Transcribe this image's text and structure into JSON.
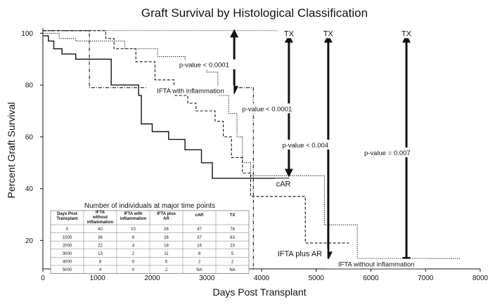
{
  "chart_data": {
    "type": "line",
    "step": true,
    "title": "Graft Survival by Histological Classification",
    "xlabel": "Days Post Transplant",
    "ylabel": "Percent Graft Survival",
    "xlim": [
      0,
      8000
    ],
    "ylim": [
      9,
      102
    ],
    "x_ticks": [
      0,
      1000,
      2000,
      3000,
      4000,
      5000,
      6000,
      7000,
      8000
    ],
    "y_ticks": [
      20,
      40,
      60,
      80,
      100
    ],
    "grid": false,
    "series": [
      {
        "name": "TX",
        "style": "dotted-thin",
        "points": [
          [
            0,
            101
          ],
          [
            4300,
            101
          ]
        ]
      },
      {
        "name": "IFTA with inflammation",
        "style": "dash-dot",
        "points": [
          [
            0,
            101
          ],
          [
            850,
            101
          ],
          [
            850,
            79
          ],
          [
            3850,
            79
          ],
          [
            3850,
            9
          ]
        ]
      },
      {
        "name": "cAR",
        "style": "solid",
        "points": [
          [
            0,
            99
          ],
          [
            100,
            99
          ],
          [
            100,
            97
          ],
          [
            200,
            97
          ],
          [
            200,
            94
          ],
          [
            350,
            94
          ],
          [
            350,
            92
          ],
          [
            600,
            92
          ],
          [
            600,
            90
          ],
          [
            1250,
            90
          ],
          [
            1250,
            80
          ],
          [
            1750,
            80
          ],
          [
            1750,
            76
          ],
          [
            1800,
            76
          ],
          [
            1800,
            65
          ],
          [
            2000,
            65
          ],
          [
            2000,
            62
          ],
          [
            2300,
            62
          ],
          [
            2300,
            59
          ],
          [
            2600,
            59
          ],
          [
            2600,
            55
          ],
          [
            2900,
            55
          ],
          [
            2900,
            50
          ],
          [
            3100,
            50
          ],
          [
            3100,
            44
          ],
          [
            4500,
            44
          ],
          [
            4500,
            41
          ]
        ]
      },
      {
        "name": "IFTA plus AR",
        "style": "dashed",
        "points": [
          [
            0,
            101
          ],
          [
            1150,
            101
          ],
          [
            1150,
            98
          ],
          [
            1300,
            98
          ],
          [
            1300,
            94
          ],
          [
            1700,
            94
          ],
          [
            1700,
            89
          ],
          [
            2050,
            89
          ],
          [
            2050,
            82
          ],
          [
            2400,
            82
          ],
          [
            2400,
            76
          ],
          [
            2650,
            76
          ],
          [
            2650,
            73
          ],
          [
            2800,
            73
          ],
          [
            2800,
            70
          ],
          [
            3150,
            70
          ],
          [
            3150,
            66
          ],
          [
            3300,
            66
          ],
          [
            3300,
            60
          ],
          [
            3450,
            60
          ],
          [
            3450,
            52
          ],
          [
            3650,
            52
          ],
          [
            3650,
            46
          ],
          [
            3800,
            46
          ],
          [
            3800,
            37
          ],
          [
            4800,
            37
          ],
          [
            4800,
            19
          ],
          [
            5600,
            19
          ]
        ]
      },
      {
        "name": "IFTA without inflammation",
        "style": "dotted",
        "points": [
          [
            0,
            100
          ],
          [
            300,
            100
          ],
          [
            300,
            98
          ],
          [
            600,
            98
          ],
          [
            600,
            97
          ],
          [
            1500,
            97
          ],
          [
            1500,
            94
          ],
          [
            2100,
            94
          ],
          [
            2100,
            91
          ],
          [
            2600,
            91
          ],
          [
            2600,
            88
          ],
          [
            3000,
            88
          ],
          [
            3000,
            85
          ],
          [
            3200,
            85
          ],
          [
            3200,
            76
          ],
          [
            3400,
            76
          ],
          [
            3400,
            69
          ],
          [
            3550,
            69
          ],
          [
            3550,
            60
          ],
          [
            3650,
            60
          ],
          [
            3650,
            50
          ],
          [
            3800,
            50
          ],
          [
            3800,
            45
          ],
          [
            5150,
            45
          ],
          [
            5150,
            26
          ],
          [
            5750,
            26
          ],
          [
            5750,
            13
          ],
          [
            7650,
            13
          ]
        ]
      }
    ],
    "annotations": [
      {
        "text": "TX",
        "x": 4500,
        "y": 100
      },
      {
        "text": "TX",
        "x": 5220,
        "y": 100
      },
      {
        "text": "TX",
        "x": 6650,
        "y": 100
      },
      {
        "text": "p-value < 0.0001",
        "x": 2950,
        "y": 88
      },
      {
        "text": "IFTA with inflammation",
        "x": 2700,
        "y": 78
      },
      {
        "text": "p-value < 0.0001",
        "x": 4100,
        "y": 71
      },
      {
        "text": "p-value < 0.004",
        "x": 4800,
        "y": 57
      },
      {
        "text": "p-value = 0.007",
        "x": 6300,
        "y": 54
      },
      {
        "text": "cAR",
        "x": 4400,
        "y": 42
      },
      {
        "text": "IFTA plus AR",
        "x": 4700,
        "y": 15
      },
      {
        "text": "IFTA without  inflammation",
        "x": 6100,
        "y": 11
      }
    ],
    "arrows": [
      {
        "x": 3500,
        "from": 100,
        "to": 78
      },
      {
        "x": 4500,
        "from": 98,
        "to": 46
      },
      {
        "x": 5220,
        "from": 98,
        "to": 14
      },
      {
        "x": 6650,
        "from": 98,
        "to": 12
      }
    ],
    "table": {
      "title": "Number of individuals at major time points",
      "headers": [
        "Days Post Transplant",
        "IFTA without inflammation",
        "IFTA with inflammation",
        "IFTA plus AR",
        "cAR",
        "TX"
      ],
      "rows": [
        [
          "0",
          "40",
          "10",
          "28",
          "47",
          "78"
        ],
        [
          "1000",
          "36",
          "8",
          "26",
          "37",
          "63"
        ],
        [
          "2000",
          "22",
          "4",
          "18",
          "16",
          "23"
        ],
        [
          "3000",
          "13",
          "2",
          "11",
          "8",
          "5"
        ],
        [
          "4000",
          "8",
          "0",
          "5",
          "2",
          "2"
        ],
        [
          "5000",
          "4",
          "0",
          "2",
          "NA",
          "NA"
        ]
      ]
    }
  }
}
